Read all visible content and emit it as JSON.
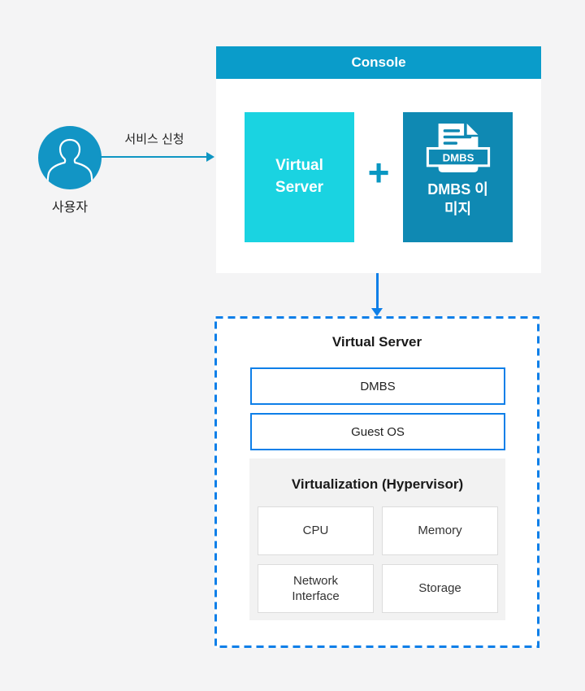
{
  "colors": {
    "page_background": "#f4f4f5",
    "console_header_blue": "#0a9cca",
    "actor_circle_blue": "#1295c5",
    "virtual_server_cyan": "#1ad3e1",
    "dmbs_deep_blue": "#0f89b3",
    "accent_bright_blue": "#0e7fe8",
    "hypervisor_panel_gray": "#f2f2f2"
  },
  "actor": {
    "label": "사용자",
    "request_label": "서비스 신청"
  },
  "console": {
    "title": "Console",
    "virtual_server_label": "Virtual Server",
    "plus_sign": "+",
    "dmbs_doc_badge": "DMBS",
    "dmbs_image_label": "DMBS 이미지"
  },
  "virtual_server_stack": {
    "title": "Virtual Server",
    "layers": [
      {
        "label": "DMBS"
      },
      {
        "label": "Guest OS"
      }
    ],
    "hypervisor": {
      "title": "Virtualization (Hypervisor)",
      "components": [
        {
          "label": "CPU"
        },
        {
          "label": "Memory"
        },
        {
          "label": "Network Interface"
        },
        {
          "label": "Storage"
        }
      ]
    }
  }
}
